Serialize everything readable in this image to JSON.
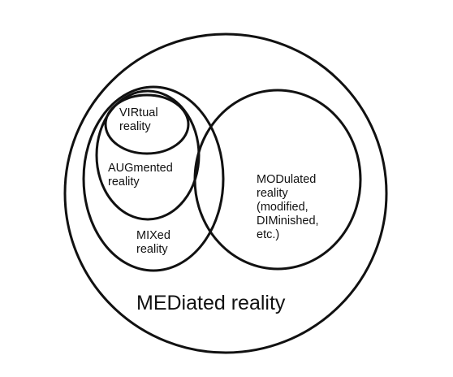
{
  "diagram": {
    "mediated": {
      "lines": [
        "MEDiated reality"
      ]
    },
    "mixed": {
      "lines": [
        "MIXed",
        "reality"
      ]
    },
    "augmented": {
      "lines": [
        "AUGmented",
        "reality"
      ]
    },
    "virtual": {
      "lines": [
        "VIRtual",
        "reality"
      ]
    },
    "modulated": {
      "lines": [
        "MODulated",
        "reality",
        "(modified,",
        "DIMinished,",
        "etc.)"
      ]
    }
  },
  "colors": {
    "stroke": "#111111",
    "background": "#ffffff"
  }
}
